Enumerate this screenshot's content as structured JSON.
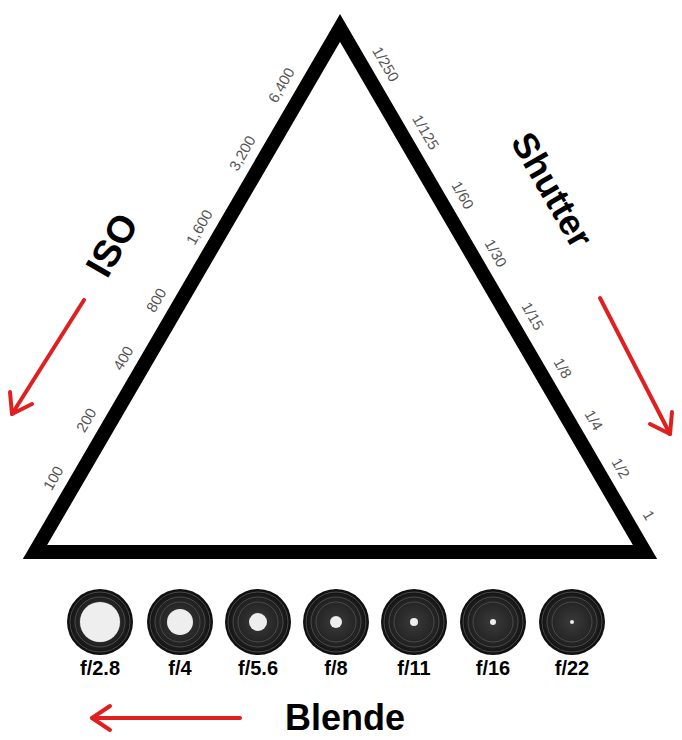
{
  "diagram": {
    "labels": [
      "ISO",
      "100",
      "200",
      "400",
      "800",
      "1,600",
      "3,200",
      "6,400",
      "Shutter",
      "1/250",
      "1/125",
      "1/60",
      "1/30",
      "1/15",
      "1/8",
      "1/4",
      "1/2",
      "1",
      "f/2.8",
      "f/4",
      "f/5.6",
      "f/8",
      "f/11",
      "f/16",
      "f/22",
      "Blende"
    ]
  }
}
